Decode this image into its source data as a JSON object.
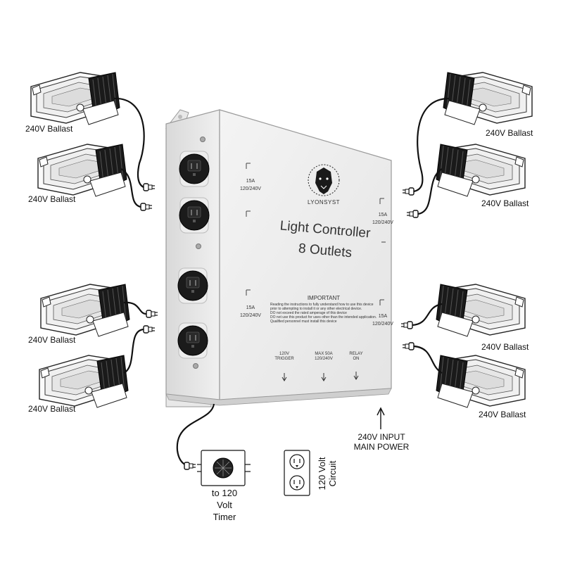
{
  "controller": {
    "brand": "LYONSYST",
    "title_line1": "Light Controller",
    "title_line2": "8 Outlets",
    "ratings": [
      {
        "amps": "15A",
        "volts": "120/240V"
      },
      {
        "amps": "15A",
        "volts": "120/240V"
      },
      {
        "amps": "15A",
        "volts": "120/240V"
      },
      {
        "amps": "15A",
        "volts": "120/240V"
      }
    ],
    "important": {
      "heading": "IMPORTANT",
      "lines": [
        "Reading the instructions to fully understand how to use this device",
        "prior to attempting to install it or any other electrical device.",
        "DO not exceed the rated amperage of this device",
        "DO not use this product for uses other than the intended application.",
        "Qualified personnel must install this device"
      ]
    },
    "bottom_labels": [
      {
        "line1": "120V",
        "line2": "TRIGGER"
      },
      {
        "line1": "MAX 50A",
        "line2": "120/240V"
      },
      {
        "line1": "RELAY",
        "line2": "ON"
      }
    ]
  },
  "ballast_label": "240V Ballast",
  "ballasts": [
    {
      "label": "240V Ballast"
    },
    {
      "label": "240V Ballast"
    },
    {
      "label": "240V Ballast"
    },
    {
      "label": "240V Ballast"
    },
    {
      "label": "240V Ballast"
    },
    {
      "label": "240V Ballast"
    },
    {
      "label": "240V Ballast"
    },
    {
      "label": "240V Ballast"
    }
  ],
  "input": {
    "line1": "240V INPUT",
    "line2": "MAIN POWER"
  },
  "timer": {
    "line1": "to 120",
    "line2": "Volt",
    "line3": "Timer"
  },
  "circuit": {
    "line1": "120 Volt",
    "line2": "Circuit"
  }
}
